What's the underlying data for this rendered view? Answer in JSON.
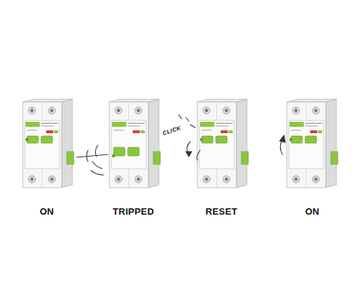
{
  "diagram": {
    "labels": [
      "ON",
      "TRIPPED",
      "RESET",
      "ON",
      "CLICK"
    ]
  }
}
